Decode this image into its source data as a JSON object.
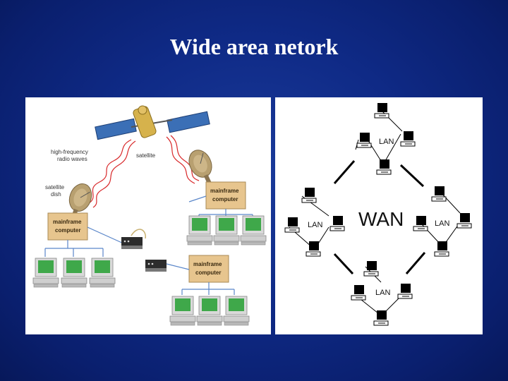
{
  "slide": {
    "title": "Wide area netork"
  },
  "left_diagram": {
    "labels": {
      "radio_waves_line1": "high-frequency",
      "radio_waves_line2": "radio waves",
      "satellite": "satellite",
      "dish_line1": "satellite",
      "dish_line2": "dish",
      "mainframe_a_line1": "mainframe",
      "mainframe_a_line2": "computer",
      "mainframe_b_line1": "mainframe",
      "mainframe_b_line2": "computer",
      "mainframe_c_line1": "mainframe",
      "mainframe_c_line2": "computer"
    },
    "colors": {
      "mainframe_box": "#e7c58e",
      "screen": "#3fa84a",
      "wave": "#d8282a",
      "link": "#5a86c9"
    }
  },
  "right_diagram": {
    "center_label": "WAN",
    "lan_labels": [
      "LAN",
      "LAN",
      "LAN",
      "LAN"
    ]
  }
}
